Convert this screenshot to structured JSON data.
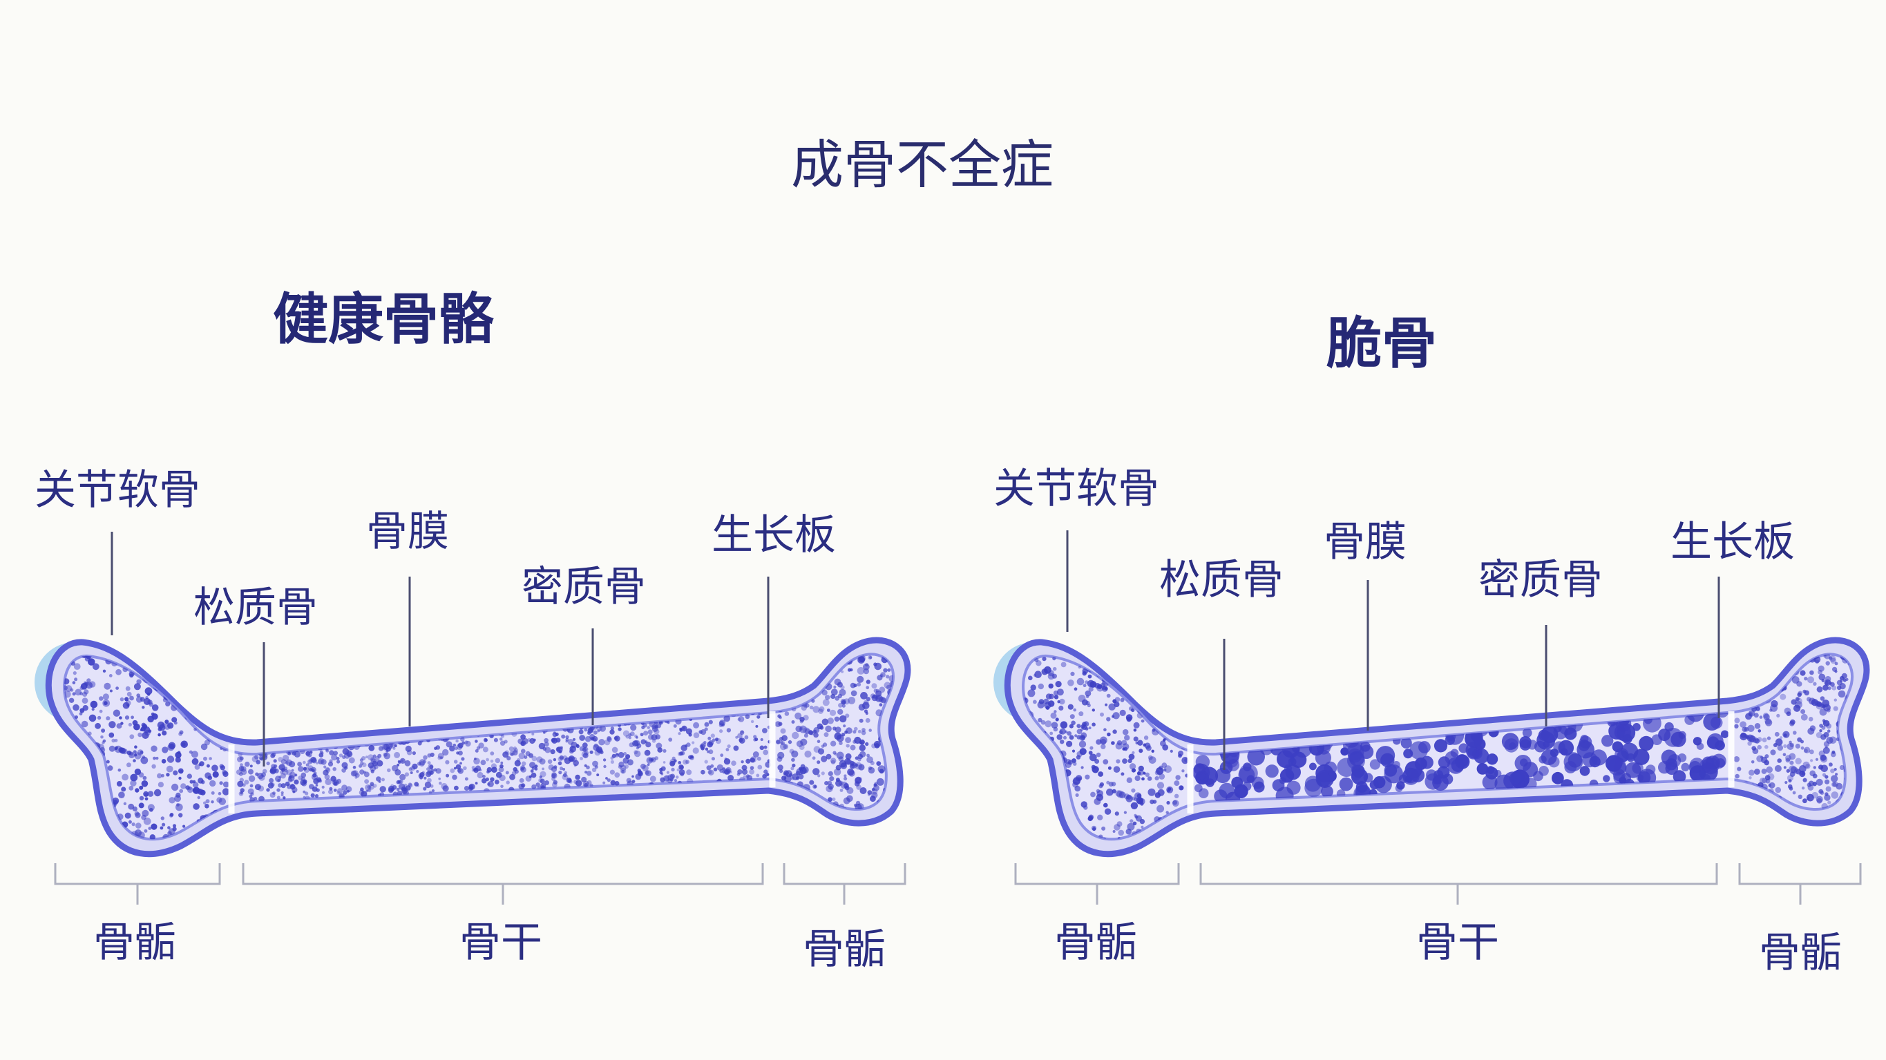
{
  "title": "成骨不全症",
  "colors": {
    "outline": "#5a5fd6",
    "bone_fill": "#dcdcf7",
    "marrow": "#3d3fc4",
    "cartilage": "#9fc9ea",
    "text": "#2b2e82"
  },
  "healthy": {
    "heading": "健康骨骼",
    "labels": {
      "cartilage": "关节软骨",
      "spongy": "松质骨",
      "periosteum": "骨膜",
      "compact": "密质骨",
      "growth_plate": "生长板"
    },
    "regions": {
      "epiphysis_left": "骨骺",
      "diaphysis": "骨干",
      "epiphysis_right": "骨骺"
    }
  },
  "brittle": {
    "heading": "脆骨",
    "labels": {
      "cartilage": "关节软骨",
      "spongy": "松质骨",
      "periosteum": "骨膜",
      "compact": "密质骨",
      "growth_plate": "生长板"
    },
    "regions": {
      "epiphysis_left": "骨骺",
      "diaphysis": "骨干",
      "epiphysis_right": "骨骺"
    }
  }
}
